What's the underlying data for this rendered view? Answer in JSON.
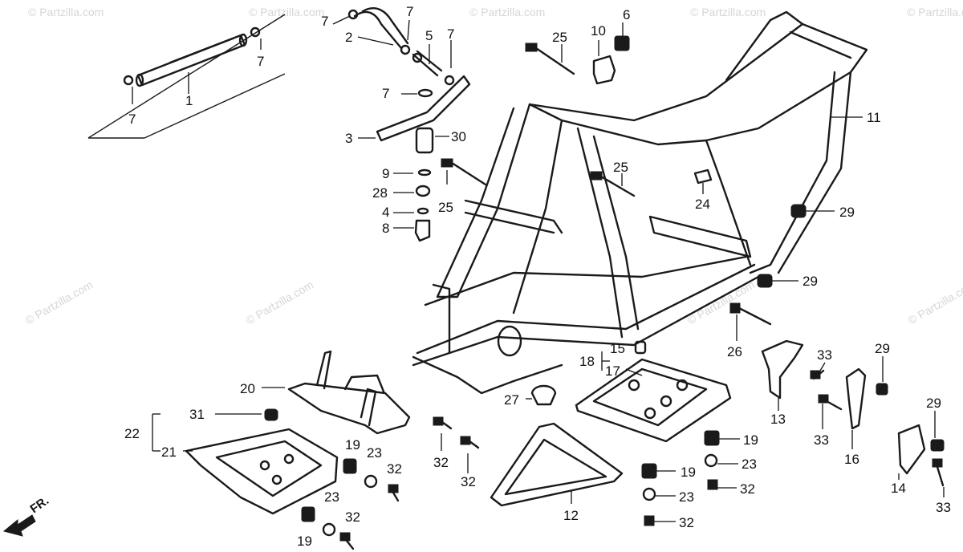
{
  "watermark": "© Partzilla.com",
  "direction_label": "FR.",
  "callouts": {
    "c1": "1",
    "c2": "2",
    "c3": "3",
    "c4": "4",
    "c5": "5",
    "c6": "6",
    "c7": "7",
    "c8": "8",
    "c9": "9",
    "c10": "10",
    "c11": "11",
    "c12": "12",
    "c13": "13",
    "c14": "14",
    "c15": "15",
    "c16": "16",
    "c17": "17",
    "c18": "18",
    "c19": "19",
    "c20": "20",
    "c21": "21",
    "c22": "22",
    "c23": "23",
    "c24": "24",
    "c25": "25",
    "c26": "26",
    "c27": "27",
    "c28": "28",
    "c29": "29",
    "c30": "30",
    "c31": "31",
    "c32": "32",
    "c33": "33"
  }
}
